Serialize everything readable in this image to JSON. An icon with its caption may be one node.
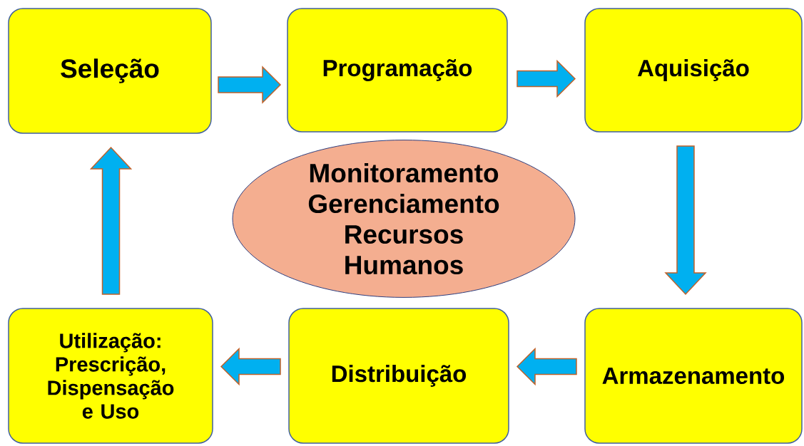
{
  "diagram": {
    "nodes": [
      {
        "text": [
          "Seleção"
        ]
      },
      {
        "text": [
          "Programação"
        ]
      },
      {
        "text": [
          "Aquisição"
        ]
      },
      {
        "text": [
          "Armazenamento"
        ]
      },
      {
        "text": [
          "Distribuição"
        ]
      },
      {
        "text": [
          "Utilização: Prescrição, Dispensação e Uso"
        ]
      },
      {
        "text": [
          "Monitoramento",
          "Gerenciamento",
          "Recursos Humanos"
        ]
      }
    ],
    "edges": [
      {
        "from": 0,
        "to": 1,
        "arrow": "to"
      },
      {
        "from": 1,
        "to": 2,
        "arrow": "to"
      },
      {
        "from": 2,
        "to": 3,
        "arrow": "to"
      },
      {
        "from": 3,
        "to": 4,
        "arrow": "to"
      },
      {
        "from": 4,
        "to": 5,
        "arrow": "to"
      },
      {
        "from": 5,
        "to": 0,
        "arrow": "to"
      }
    ]
  }
}
